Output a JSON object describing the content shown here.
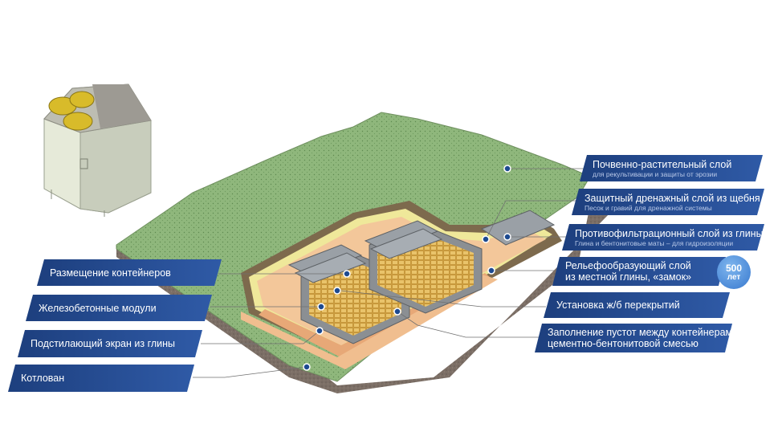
{
  "labels_left": [
    {
      "text": "Размещение контейнеров"
    },
    {
      "text": "Железобетонные модули"
    },
    {
      "text": "Подстилающий экран из глины"
    },
    {
      "text": "Котлован"
    }
  ],
  "labels_right": [
    {
      "text": "Почвенно-растительный слой",
      "sub": "для рекультивации и защиты от эрозии"
    },
    {
      "text": "Защитный дренажный слой из щебня",
      "sub": "Песок и гравий для дренажной системы"
    },
    {
      "text": "Противофильтрационный слой из глины",
      "sub": "Глина и бентонитовые маты – для гидроизоляции"
    },
    {
      "text": "Рельефообразующий слой",
      "text2": "из местной глины, «замок»"
    },
    {
      "text": "Установка ж/б перекрытий"
    },
    {
      "text": "Заполнение пустот между контейнерами",
      "text2": "цементно-бентонитовой смесью"
    }
  ],
  "badge": {
    "number": "500",
    "unit": "лет"
  },
  "colors": {
    "label_dark": "#1d3f7e",
    "label_light": "#2f5aa6",
    "grass": "#8fb77c",
    "soil": "#7a6d63",
    "clay": "#f3c79a",
    "containers": "#d6b04a",
    "concrete": "#8b8f93"
  }
}
